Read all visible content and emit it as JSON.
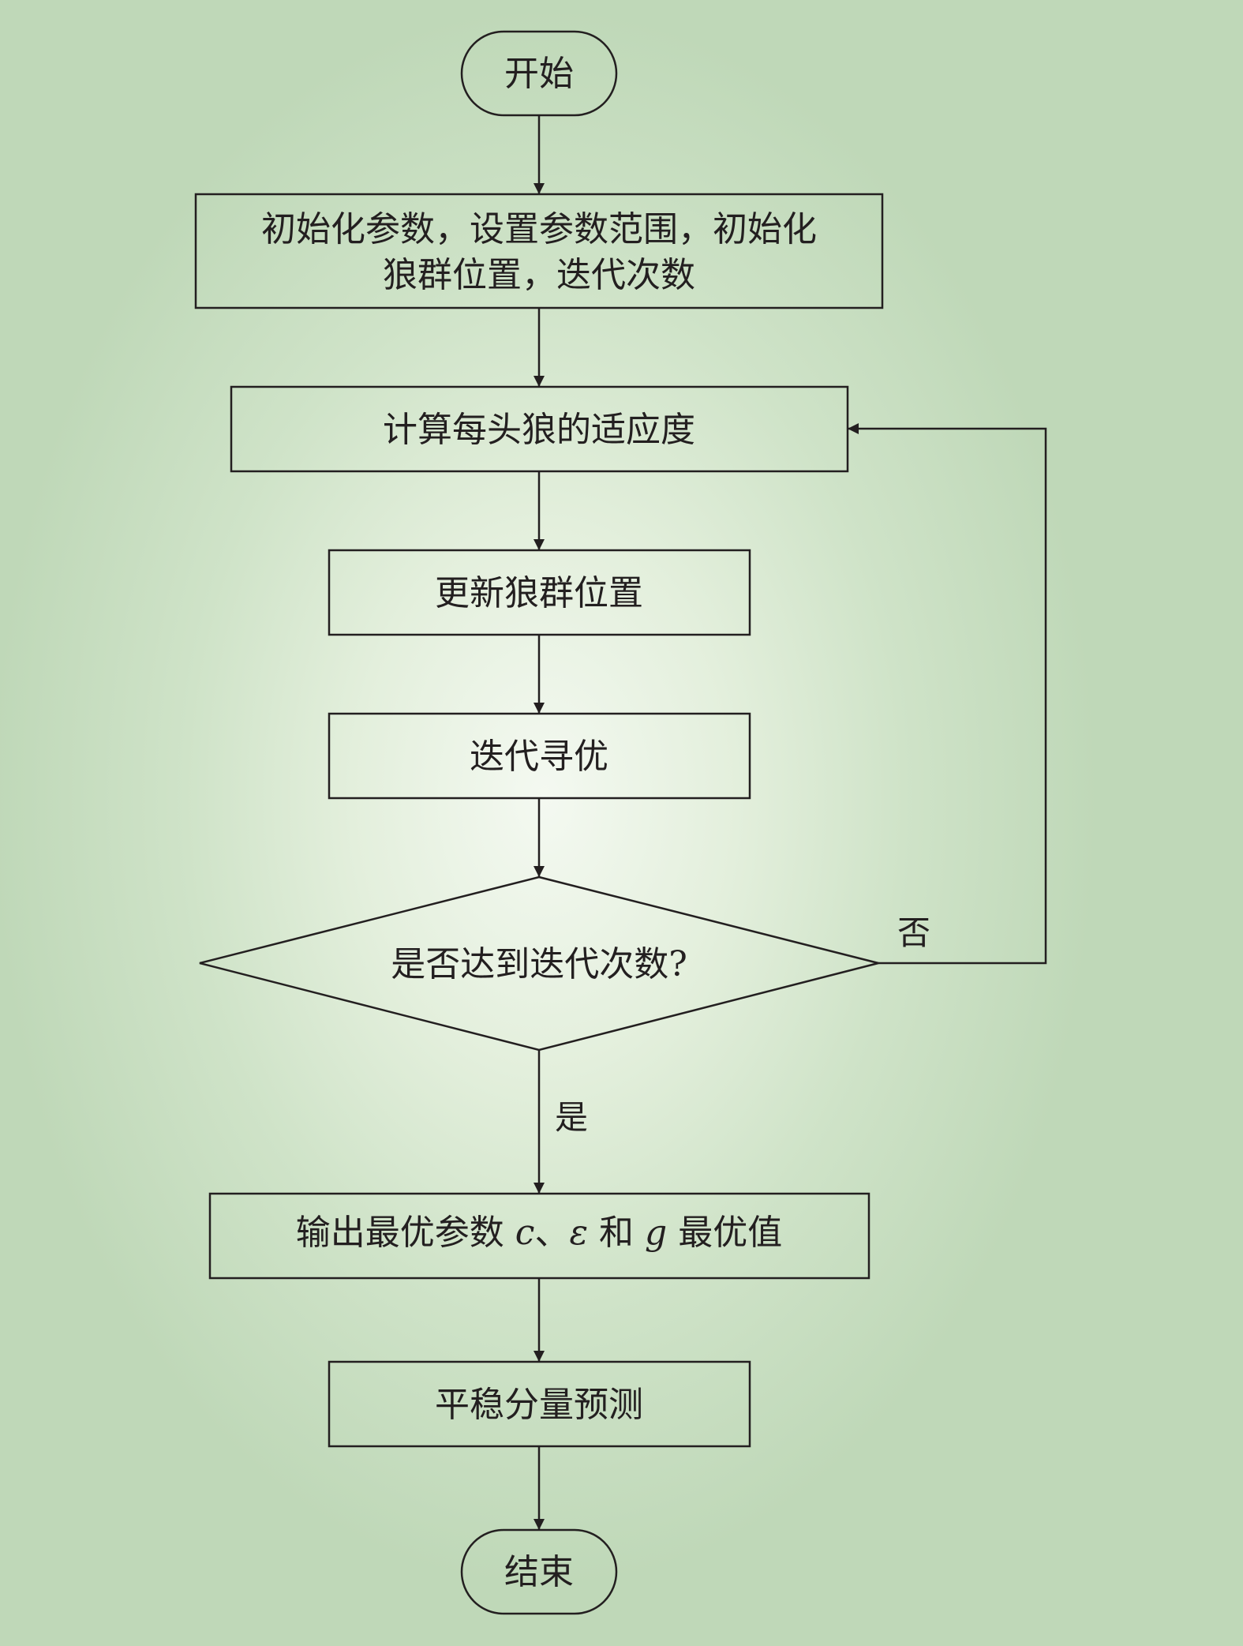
{
  "nodes": {
    "start": "开始",
    "init_line1": "初始化参数，设置参数范围，初始化",
    "init_line2": "狼群位置，迭代次数",
    "fitness": "计算每头狼的适应度",
    "update": "更新狼群位置",
    "iterate": "迭代寻优",
    "decision": "是否达到迭代次数?",
    "output_part1": "输出最优参数 ",
    "output_c": "c",
    "output_sep": "、",
    "output_eps": "ε",
    "output_and": " 和 ",
    "output_g": "g",
    "output_part2": " 最优值",
    "predict": "平稳分量预测",
    "end": "结束"
  },
  "edge_labels": {
    "no": "否",
    "yes": "是"
  }
}
